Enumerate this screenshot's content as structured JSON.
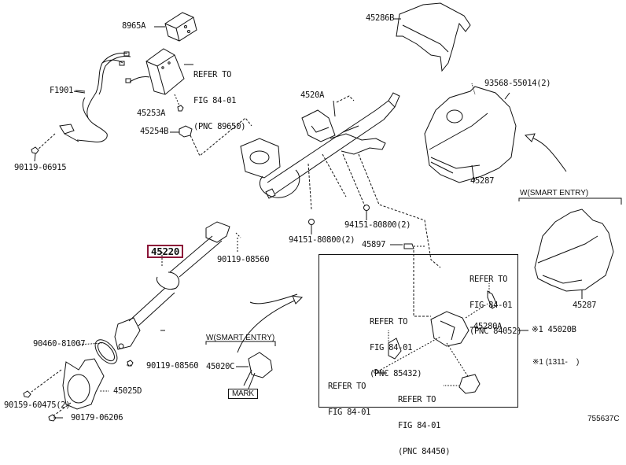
{
  "diagram": {
    "title": "Steering Column Parts Diagram",
    "figure_id": "755637C",
    "highlight_color": "#8b1538",
    "parts": {
      "p8965A": "8965A",
      "p45286B": "45286B",
      "p45253A": "45253A",
      "p45254B": "45254B",
      "pF1901": "F1901",
      "p90119_06915": "90119-06915",
      "p4520A": "4520A",
      "p93568": "93568-55014(2)",
      "p45287_top": "45287",
      "p45287_bottom": "45287",
      "p94151_a": "94151-80800(2)",
      "p94151_b": "94151-80800(2)",
      "p45897": "45897",
      "p45220": "45220",
      "p90119_08560_a": "90119-08560",
      "p90119_08560_b": "90119-08560",
      "p90460": "90460-81007",
      "p45025D": "45025D",
      "p90159": "90159-60475(2)",
      "p90179": "90179-06206",
      "p45020C": "45020C",
      "p45280A": "45280A",
      "p45020B": "※1 45020B"
    },
    "refer_notes": {
      "r89650": [
        "REFER TO",
        "FIG 84-01",
        "(PNC 89650)"
      ],
      "r84052": [
        "REFER TO",
        "FIG 84-01",
        "(PNC 84052)"
      ],
      "r85432": [
        "REFER TO",
        "FIG 84-01",
        "(PNC 85432)"
      ],
      "r8401": [
        "REFER TO",
        "FIG 84-01"
      ],
      "r84450": [
        "REFER TO",
        "FIG 84-01",
        "(PNC 84450)"
      ]
    },
    "group_labels": {
      "smart_entry_right": "W(SMART ENTRY)",
      "smart_entry_left": "W(SMART ENTRY)",
      "mark": "MARK",
      "footnote": "※1 (1311-    )"
    }
  }
}
